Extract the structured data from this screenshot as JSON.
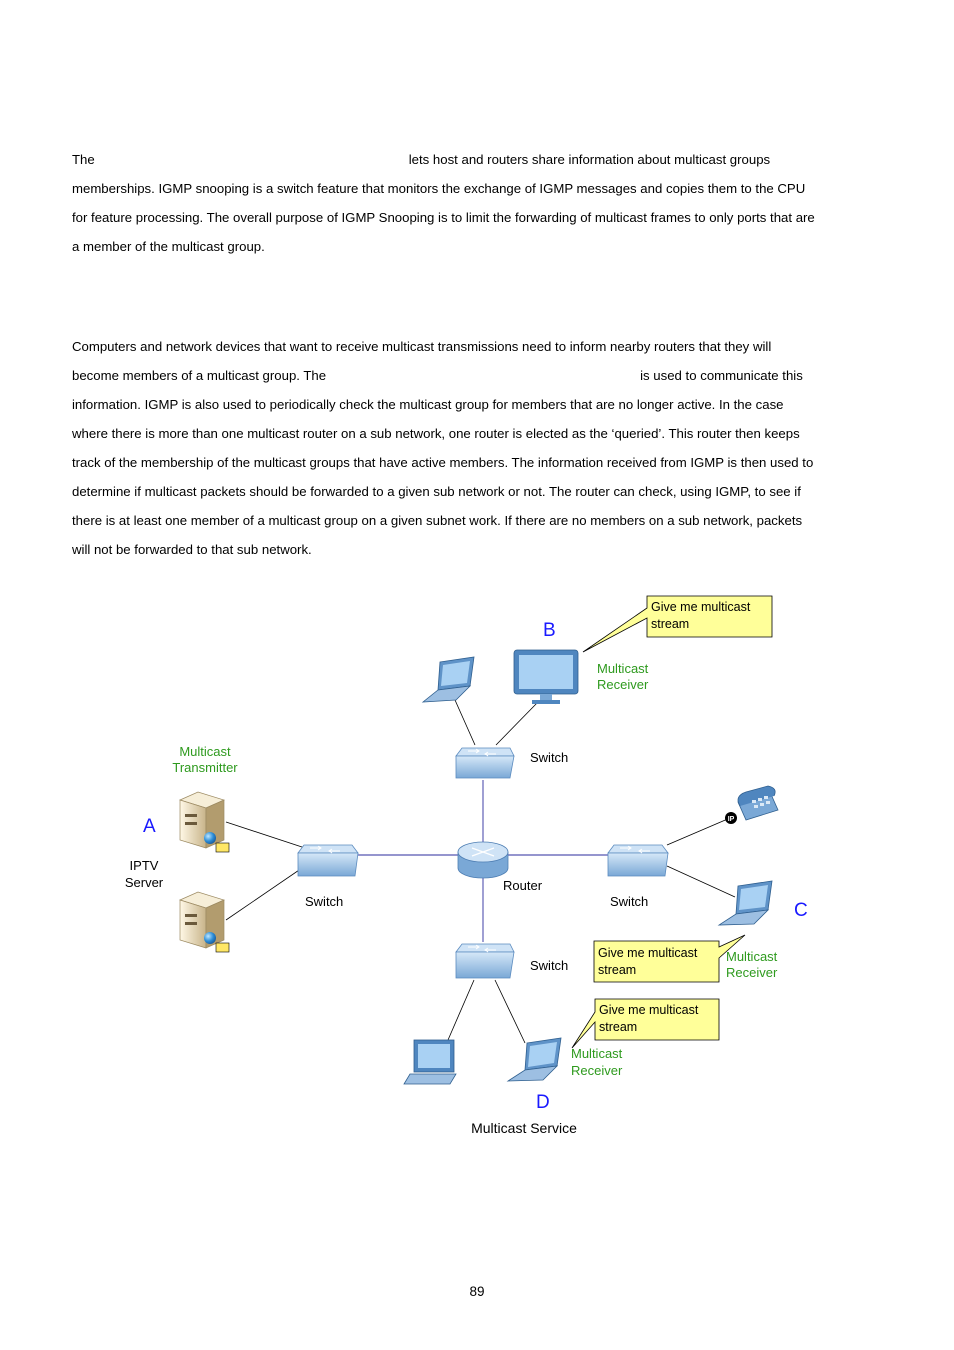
{
  "paragraph1": {
    "lines": [
      {
        "a": "The",
        "b": "lets host and routers share information about multicast groups"
      },
      {
        "a": "memberships. IGMP snooping is a switch feature that monitors the exchange of IGMP messages and copies them to the CPU"
      },
      {
        "a": "for feature processing. The overall purpose of IGMP Snooping is to limit the forwarding of multicast frames to only ports that are"
      },
      {
        "a": "a member of the multicast group."
      }
    ]
  },
  "paragraph2": {
    "lines": [
      {
        "a": "Computers and network devices that want to receive multicast transmissions need to inform nearby routers that they will"
      },
      {
        "a": "become members of a multicast group. The",
        "b": "is used to communicate this"
      },
      {
        "a": "information. IGMP is also used to periodically check the multicast group for members that are no longer active. In the case"
      },
      {
        "a": "where there is more than one multicast router on a sub network, one router is elected as the ‘queried’. This router then keeps"
      },
      {
        "a": "track of the membership of the multicast groups that have active members. The information received from IGMP is then used to"
      },
      {
        "a": "determine if multicast packets should be forwarded to a given sub network or not. The router can check, using IGMP, to see if"
      },
      {
        "a": "there is at least one member of a multicast group on a given subnet work. If there are no members on a sub network, packets"
      },
      {
        "a": "will not be forwarded to that sub network."
      }
    ]
  },
  "diagram": {
    "letters": {
      "a": "A",
      "b": "B",
      "c": "C",
      "d": "D"
    },
    "callout_line1": "Give me multicast",
    "callout_line2": "stream",
    "receiver_line1": "Multicast",
    "receiver_line2": "Receiver",
    "transmitter_line1": "Multicast",
    "transmitter_line2": "Transmitter",
    "server_line1": "IPTV",
    "server_line2": "Server",
    "switch_label": "Switch",
    "router_label": "Router",
    "ip_badge": "IP",
    "caption": "Multicast Service",
    "colors": {
      "letter": "#1a1aff",
      "green": "#2e9a1e",
      "callout_fill": "#ffff99",
      "link": "#2b2b9e",
      "device_blue": "#7ab0e0"
    }
  },
  "page_number": "89"
}
